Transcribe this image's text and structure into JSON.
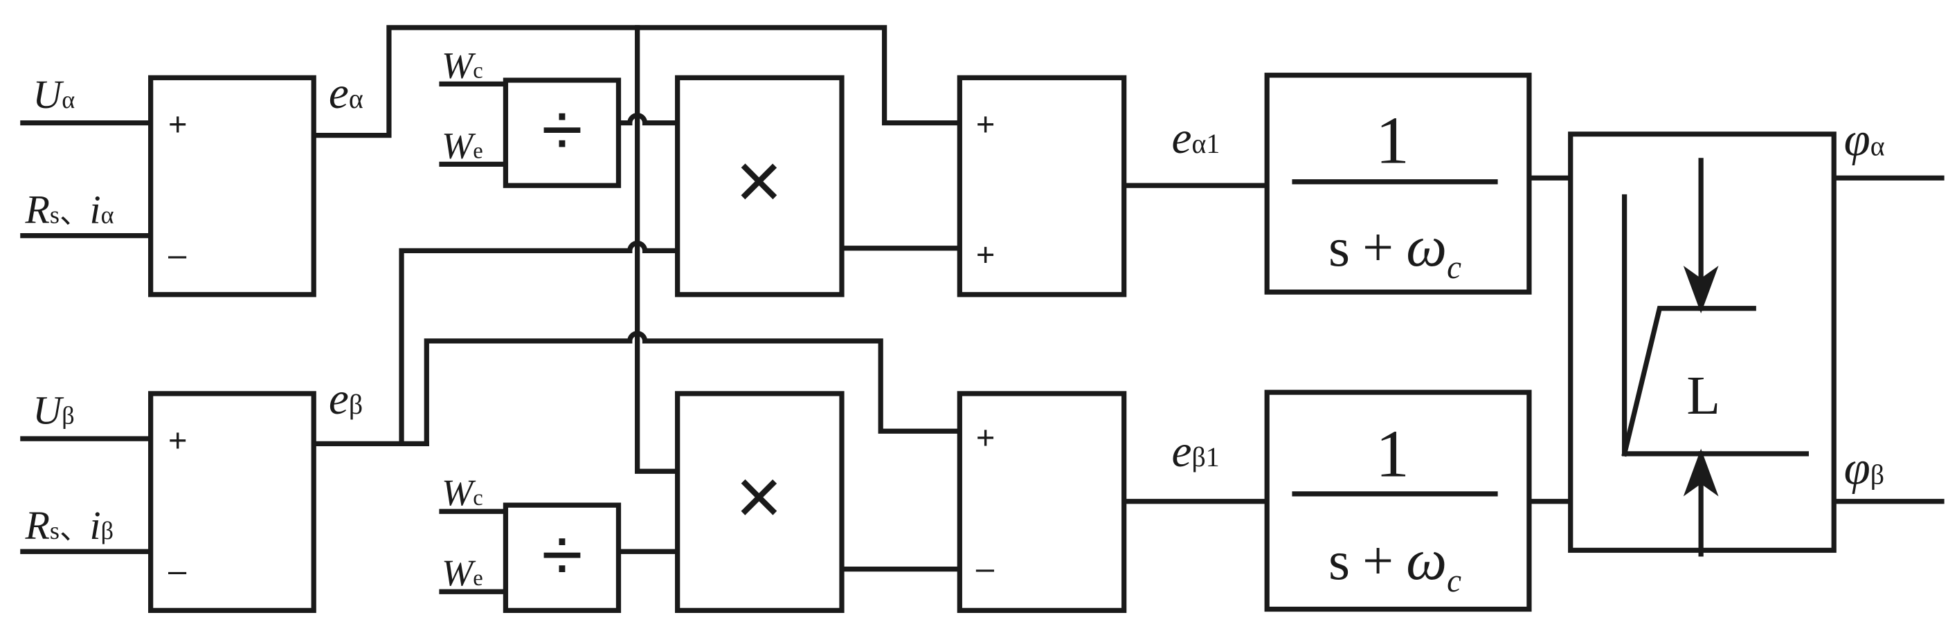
{
  "inputs": {
    "u_alpha": {
      "main": "U",
      "sub": "α"
    },
    "rs_i_alpha": {
      "r": "R",
      "r_sub": "s",
      "sep": "、",
      "i": "i",
      "i_sub": "α"
    },
    "u_beta": {
      "main": "U",
      "sub": "β"
    },
    "rs_i_beta": {
      "r": "R",
      "r_sub": "s",
      "sep": "、",
      "i": "i",
      "i_sub": "β"
    }
  },
  "signals": {
    "e_alpha": {
      "main": "e",
      "sub": "α"
    },
    "e_beta": {
      "main": "e",
      "sub": "β"
    },
    "e_alpha1": {
      "main": "e",
      "sub": "α1"
    },
    "e_beta1": {
      "main": "e",
      "sub": "β1"
    }
  },
  "ratio_inputs": {
    "numerator": {
      "main": "W",
      "sub": "c"
    },
    "denominator": {
      "main": "W",
      "sub": "e"
    }
  },
  "signs": {
    "plus": "+",
    "minus": "–"
  },
  "operators": {
    "divide": "÷",
    "multiply": "×"
  },
  "transfer_function": {
    "numerator": "1",
    "den_s": "s",
    "den_plus": "+",
    "den_omega": "ω",
    "den_sub": "c"
  },
  "limiter": {
    "label": "L"
  },
  "outputs": {
    "phi_alpha": {
      "main": "φ",
      "sub": "α"
    },
    "phi_beta": {
      "main": "φ",
      "sub": "β"
    }
  }
}
